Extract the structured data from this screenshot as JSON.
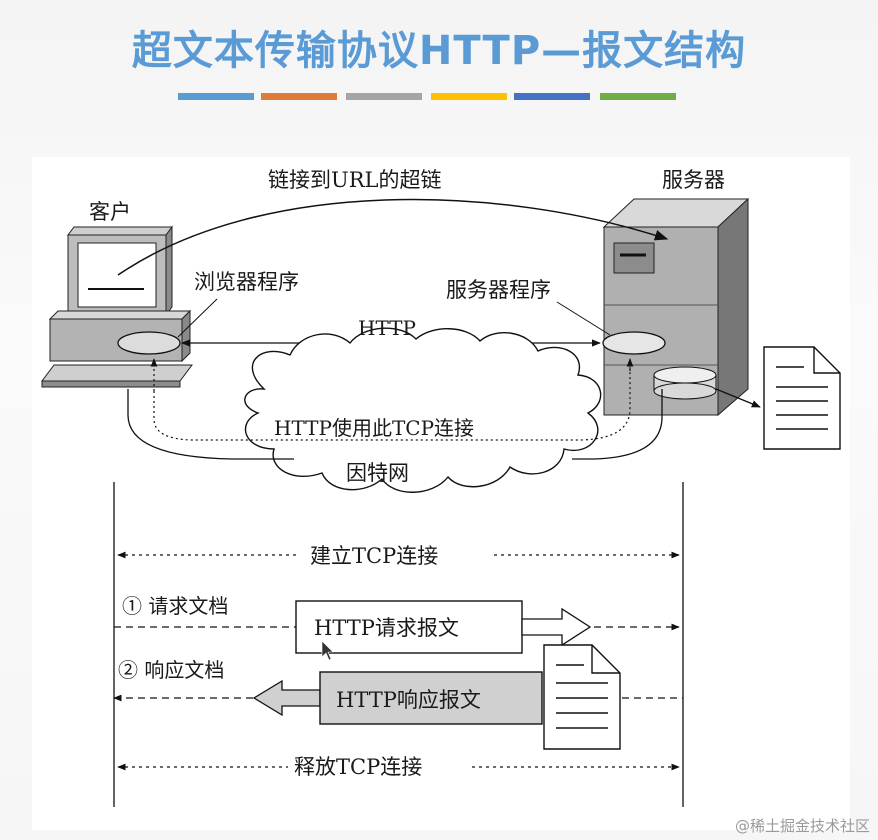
{
  "header": {
    "title": "超文本传输协议HTTP—报文结构",
    "bar_colors": [
      "#5b9bd5",
      "#e07b39",
      "#a5a5a5",
      "#ffc000",
      "#4472c4",
      "#70ad47"
    ]
  },
  "diagram": {
    "client_label": "客户",
    "server_label": "服务器",
    "hyperlink_label": "链接到URL的超链",
    "browser_label": "浏览器程序",
    "server_program_label": "服务器程序",
    "http_label": "HTTP",
    "tcp_label": "HTTP使用此TCP连接",
    "internet_label": "因特网"
  },
  "sequence": {
    "establish_label": "建立TCP连接",
    "request_doc_label": "① 请求文档",
    "request_msg_label": "HTTP请求报文",
    "response_doc_label": "② 响应文档",
    "response_msg_label": "HTTP响应报文",
    "release_label": "释放TCP连接"
  },
  "watermark": "@稀土掘金技术社区"
}
